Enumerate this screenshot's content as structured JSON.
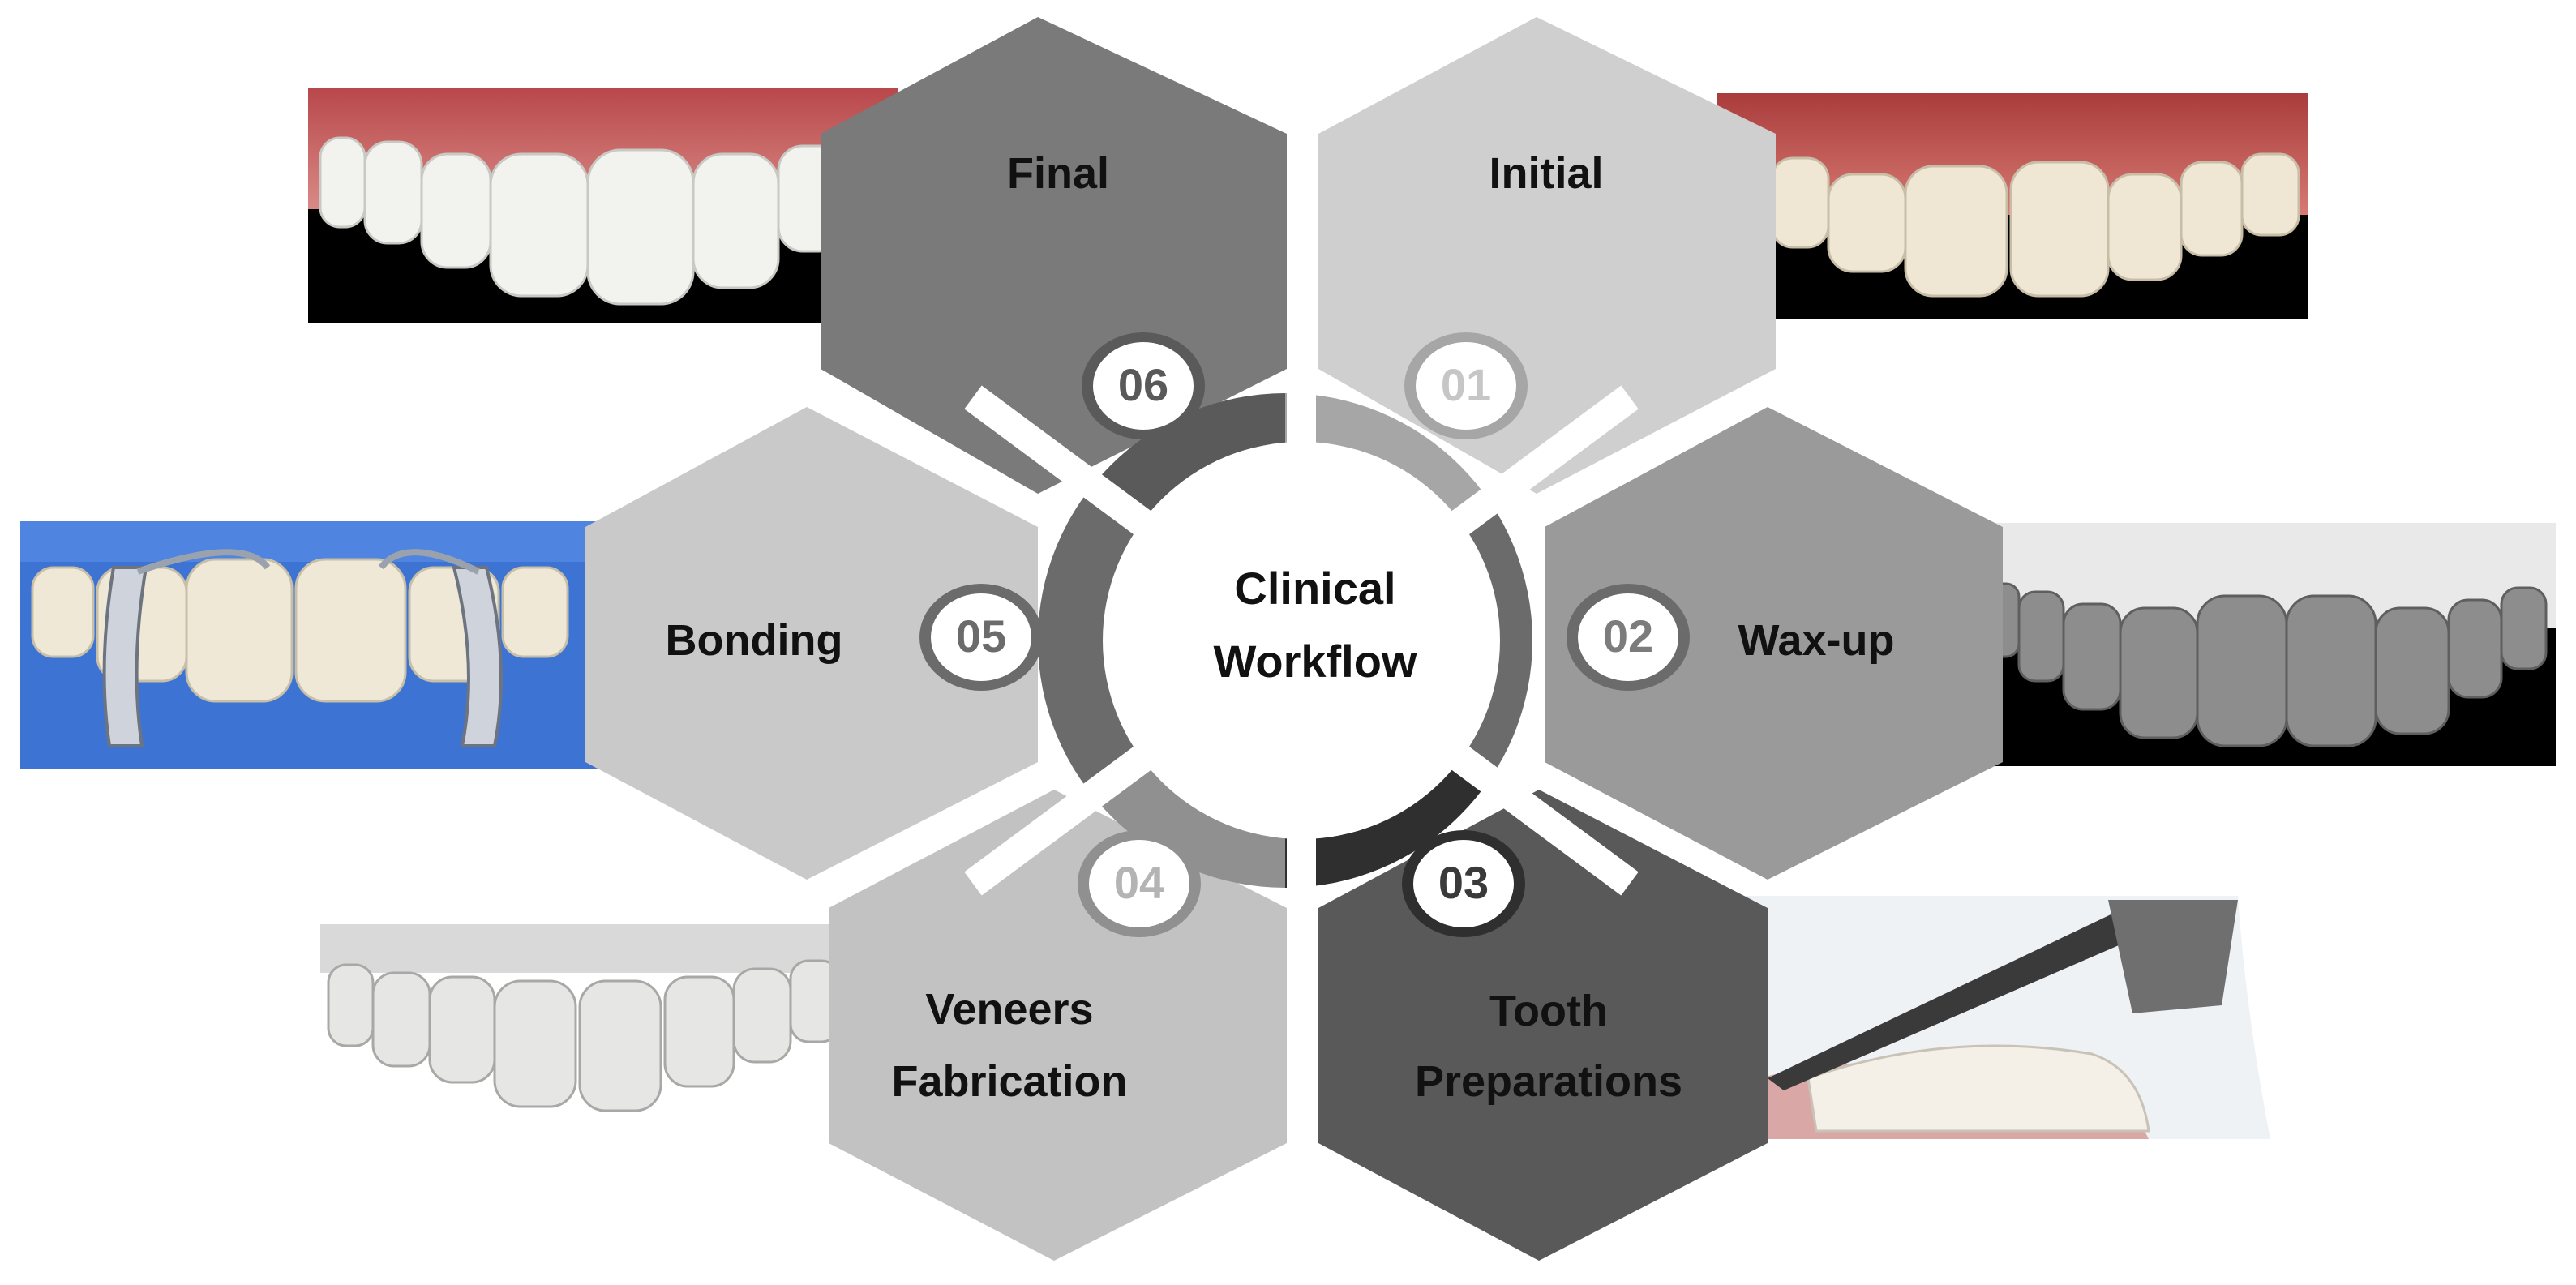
{
  "center": {
    "line1": "Clinical",
    "line2": "Workflow"
  },
  "steps": [
    {
      "number": "01",
      "label": "Initial",
      "hex_color": "#cfcfcf",
      "ring_color": "#a6a6a6",
      "number_color": "#c6c6c6",
      "photo": "teeth-initial-photo"
    },
    {
      "number": "02",
      "label": "Wax-up",
      "hex_color": "#9a9a9a",
      "ring_color": "#6b6b6b",
      "number_color": "#7c7c7c",
      "photo": "wax-up-model-photo"
    },
    {
      "number": "03",
      "label_line1": "Tooth",
      "label_line2": "Preparations",
      "hex_color": "#595959",
      "ring_color": "#2f2f2f",
      "number_color": "#3a3a3a",
      "photo": "tooth-preparation-photo"
    },
    {
      "number": "04",
      "label_line1": "Veneers",
      "label_line2": "Fabrication",
      "hex_color": "#c2c2c2",
      "ring_color": "#909090",
      "number_color": "#b4b4b4",
      "photo": "veneers-photo"
    },
    {
      "number": "05",
      "label": "Bonding",
      "hex_color": "#c9c9c9",
      "ring_color": "#6b6b6b",
      "number_color": "#6b6b6b",
      "photo": "bonding-matrix-photo"
    },
    {
      "number": "06",
      "label": "Final",
      "hex_color": "#7a7a7a",
      "ring_color": "#5a5a5a",
      "number_color": "#595959",
      "photo": "teeth-final-photo"
    }
  ]
}
